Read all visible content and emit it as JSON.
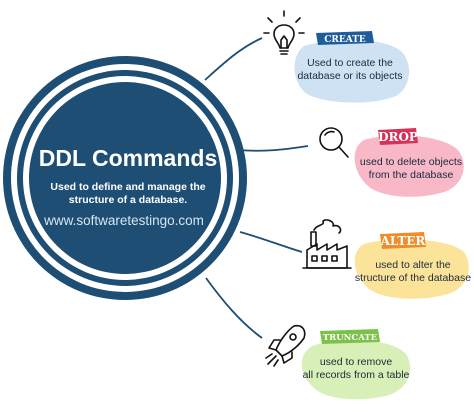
{
  "center": {
    "title": "DDL Commands",
    "subtitle_line1": "Used to define and manage the",
    "subtitle_line2": "structure of a database.",
    "url": "www.softwaretestingo.com"
  },
  "commands": [
    {
      "tag": "CREATE",
      "desc_line1": "Used to create the",
      "desc_line2": "database or its objects",
      "tag_color": "#1f5c9a",
      "bubble_color": "#cfe2f4",
      "icon": "lightbulb-icon"
    },
    {
      "tag": "DROP",
      "desc_line1": "used to delete objects",
      "desc_line2": "from the database",
      "tag_color": "#d6325a",
      "bubble_color": "#f8b8c8",
      "icon": "magnifier-icon"
    },
    {
      "tag": "ALTER",
      "desc_line1": "used to alter the",
      "desc_line2": "structure of the database",
      "tag_color": "#f08c2a",
      "bubble_color": "#fbe49a",
      "icon": "factory-icon"
    },
    {
      "tag": "TRUNCATE",
      "desc_line1": "used to remove",
      "desc_line2": "all records from a table",
      "tag_color": "#7cc24a",
      "bubble_color": "#d9efb8",
      "icon": "rocket-icon"
    }
  ],
  "colors": {
    "hub_dark": "#1e4e74",
    "hub_ring": "#1e4e74"
  }
}
